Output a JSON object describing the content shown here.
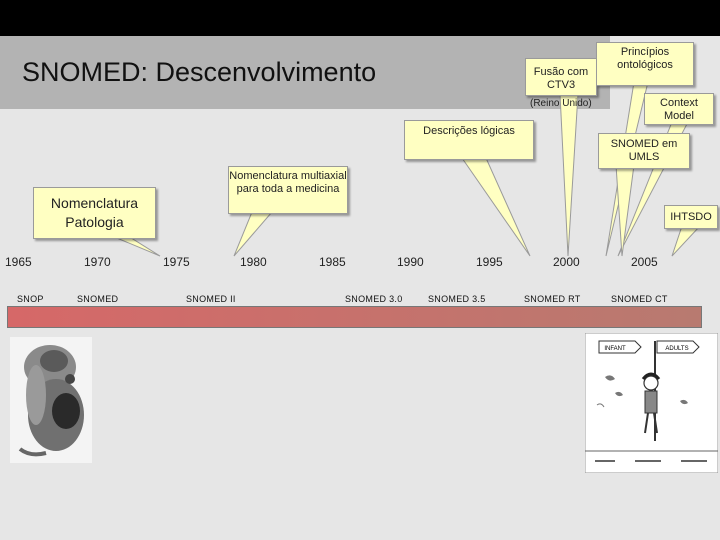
{
  "slide": {
    "title": "SNOMED: Descenvolvimento",
    "callouts": {
      "patologia": "Nomenclatura Patologia",
      "multiaxial": "Nomenclatura multiaxial para toda a medicina",
      "descricoes": "Descrições lógicas",
      "ctv3": "Fusão com CTV3",
      "reino_unido": "(Reino Unido)",
      "principios": "Princípios ontológicos",
      "context_model": "Context Model",
      "umls": "SNOMED em UMLS",
      "ihtsdo": "IHTSDO"
    },
    "years": [
      "1965",
      "1970",
      "1975",
      "1980",
      "1985",
      "1990",
      "1995",
      "2000",
      "2005"
    ],
    "versions": [
      "SNOP",
      "SNOMED",
      "SNOMED II",
      "SNOMED 3.0",
      "SNOMED 3.5",
      "SNOMED RT",
      "SNOMED CT"
    ],
    "cartoon_signs": [
      "INFANT",
      "ADULTS"
    ]
  },
  "colors": {
    "callout_bg": "#ffffc2",
    "bar_start": "#d66868",
    "bar_end": "#b87a70"
  }
}
